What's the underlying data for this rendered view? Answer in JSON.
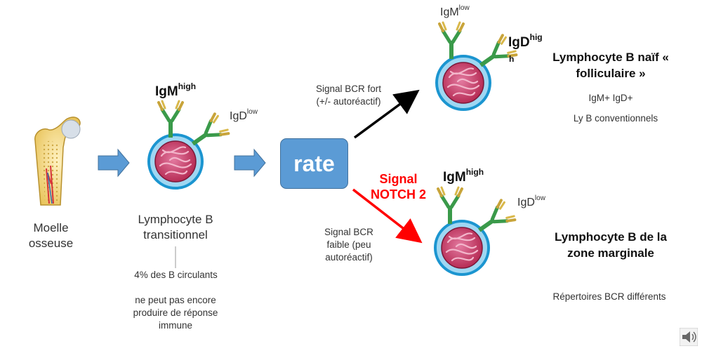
{
  "bone_label": "Moelle osseuse",
  "transitional": {
    "igm_base": "IgM",
    "igm_sup": "high",
    "igd_base": "IgD",
    "igd_sup": "low",
    "title": "Lymphocyte B transitionnel",
    "note_percent": "4% des B circulants",
    "note_response": "ne peut pas encore produire de réponse immune"
  },
  "spleen": {
    "label": "rate",
    "color": "#5b9bd5"
  },
  "strong_signal": {
    "text": "Signal BCR fort (+/- autoréactif)"
  },
  "weak_signal": {
    "text": "Signal BCR faible (peu autoréactif)"
  },
  "notch_signal": {
    "text": "Signal NOTCH 2",
    "color": "#ff0000"
  },
  "follicular": {
    "igm_base": "IgM",
    "igm_sup": "low",
    "igd_base": "IgD",
    "igd_sup": "hig",
    "igd_wrap": "h",
    "title": "Lymphocyte B naïf « folliculaire »",
    "markers": "IgM+ IgD+",
    "type": "Ly B conventionnels"
  },
  "marginal": {
    "igm_base": "IgM",
    "igm_sup": "high",
    "igd_base": "IgD",
    "igd_sup": "low",
    "title": "Lymphocyte B de la zone marginale",
    "note": "Répertoires BCR différents"
  },
  "icons": {
    "audio": "speaker-icon"
  }
}
